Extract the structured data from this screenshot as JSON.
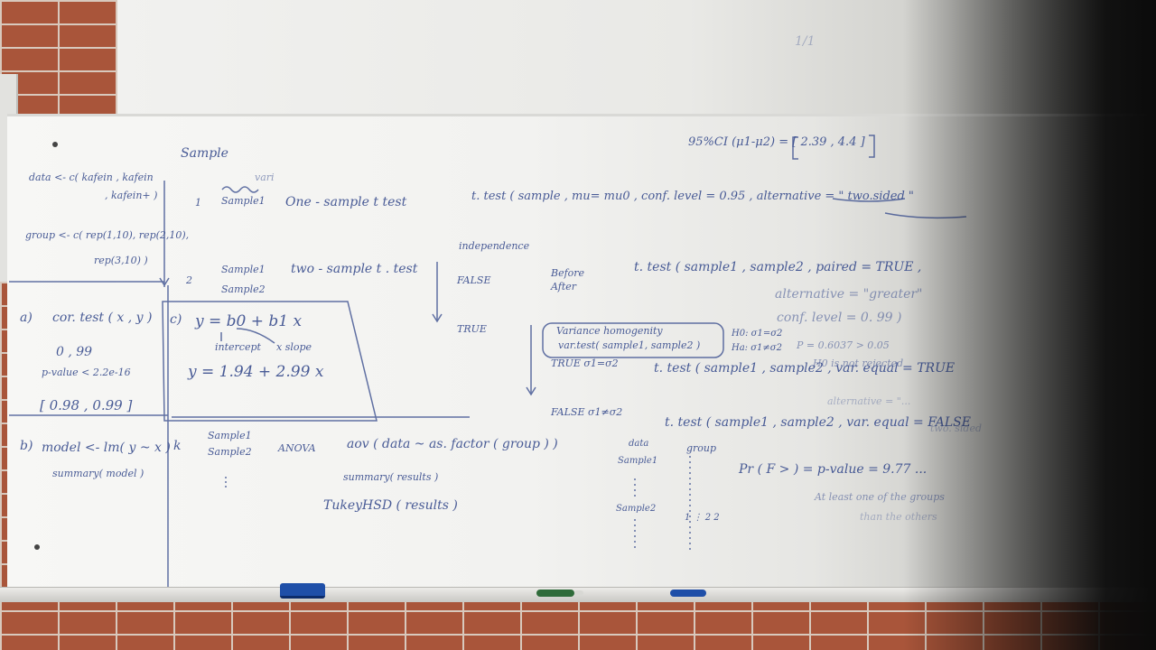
{
  "board": {
    "corner_note": "1/1",
    "ci_line": "95%CI (μ1-μ2) = [ 2.39 , 4.4 ]",
    "sample_heading": "Sample",
    "data_code_1": "data <- c( kafein , kafein",
    "data_code_2": ", kafein+ )",
    "group_code_1": "group <- c( rep(1,10), rep(2,10),",
    "group_code_2": "rep(3,10) )",
    "row1_number": "1",
    "row1_var_note": "vari",
    "row1_sample": "Sample1",
    "row1_test_name": "One - sample t test",
    "row1_code": "t. test ( sample , mu= mu0 , conf. level = 0.95 , alternative = \" two.sided \"",
    "independence_label": "independence",
    "row2_number": "2",
    "row2_sample1": "Sample1",
    "row2_sample2": "Sample2",
    "row2_test_name": "two - sample t . test",
    "false_label": "FALSE",
    "before_label": "Before",
    "after_label": "After",
    "paired_code": "t. test ( sample1 , sample2 , paired = TRUE ,",
    "alternative_greater": "alternative = \"greater\"",
    "conf_level": "conf. level = 0. 99 )",
    "true_label": "TRUE",
    "variance_box_1": "Variance homogenity",
    "variance_box_2": "var.test( sample1, sample2 )",
    "h0_variance": "H0: σ1=σ2",
    "ha_variance": "Ha: σ1≠σ2",
    "pvalue_variance": "P = 0.6037 > 0.05",
    "h0_not_rejected": "H0 is not rejected",
    "true_equal_label": "TRUE σ1=σ2",
    "ttest_equal_code": "t. test ( sample1 , sample2 , var. equal = TRUE",
    "alternative_note": "alternative = \"...",
    "false_unequal_label": "FALSE σ1≠σ2",
    "ttest_unequal_code": "t. test ( sample1 , sample2 , var. equal = FALSE",
    "two_sided_note": "two. sided",
    "part_a_label": "a)",
    "cor_test_code": "cor. test ( x , y )",
    "cor_value": "0 , 99",
    "cor_pvalue": "p-value < 2.2e-16",
    "cor_ci": "[ 0.98 , 0.99 ]",
    "part_c_label": "c)",
    "regression_general": "y = b0 + b1 x",
    "intercept_label": "intercept",
    "slope_label": "x slope",
    "regression_fitted": "y = 1.94 + 2.99 x",
    "part_b_label": "b)",
    "model_code": "model <- lm( y ~ x )",
    "summary_model_code": "summary( model )",
    "k_label": "k",
    "anova_sample1": "Sample1",
    "anova_sample2": "Sample2",
    "anova_label": "ANOVA",
    "aov_code": "aov ( data ~ as. factor ( group ) )",
    "summary_results_code": "summary( results )",
    "tukey_code": "TukeyHSD ( results )",
    "data_col_header": "data",
    "group_col_header": "group",
    "data_col_sample1": "Sample1",
    "data_col_sample2": "Sample2",
    "group_col_values": "1 ⋮ 2 2",
    "pr_f_line": "Pr ( F > ) = p-value = 9.77 ...",
    "at_least_one": "At least one of the groups",
    "than_others": "than the others"
  },
  "colors": {
    "ink": "#3b4f8f",
    "brick": "#a9553a",
    "board": "#f4f4f2",
    "magnet": "#1f4fa8"
  }
}
